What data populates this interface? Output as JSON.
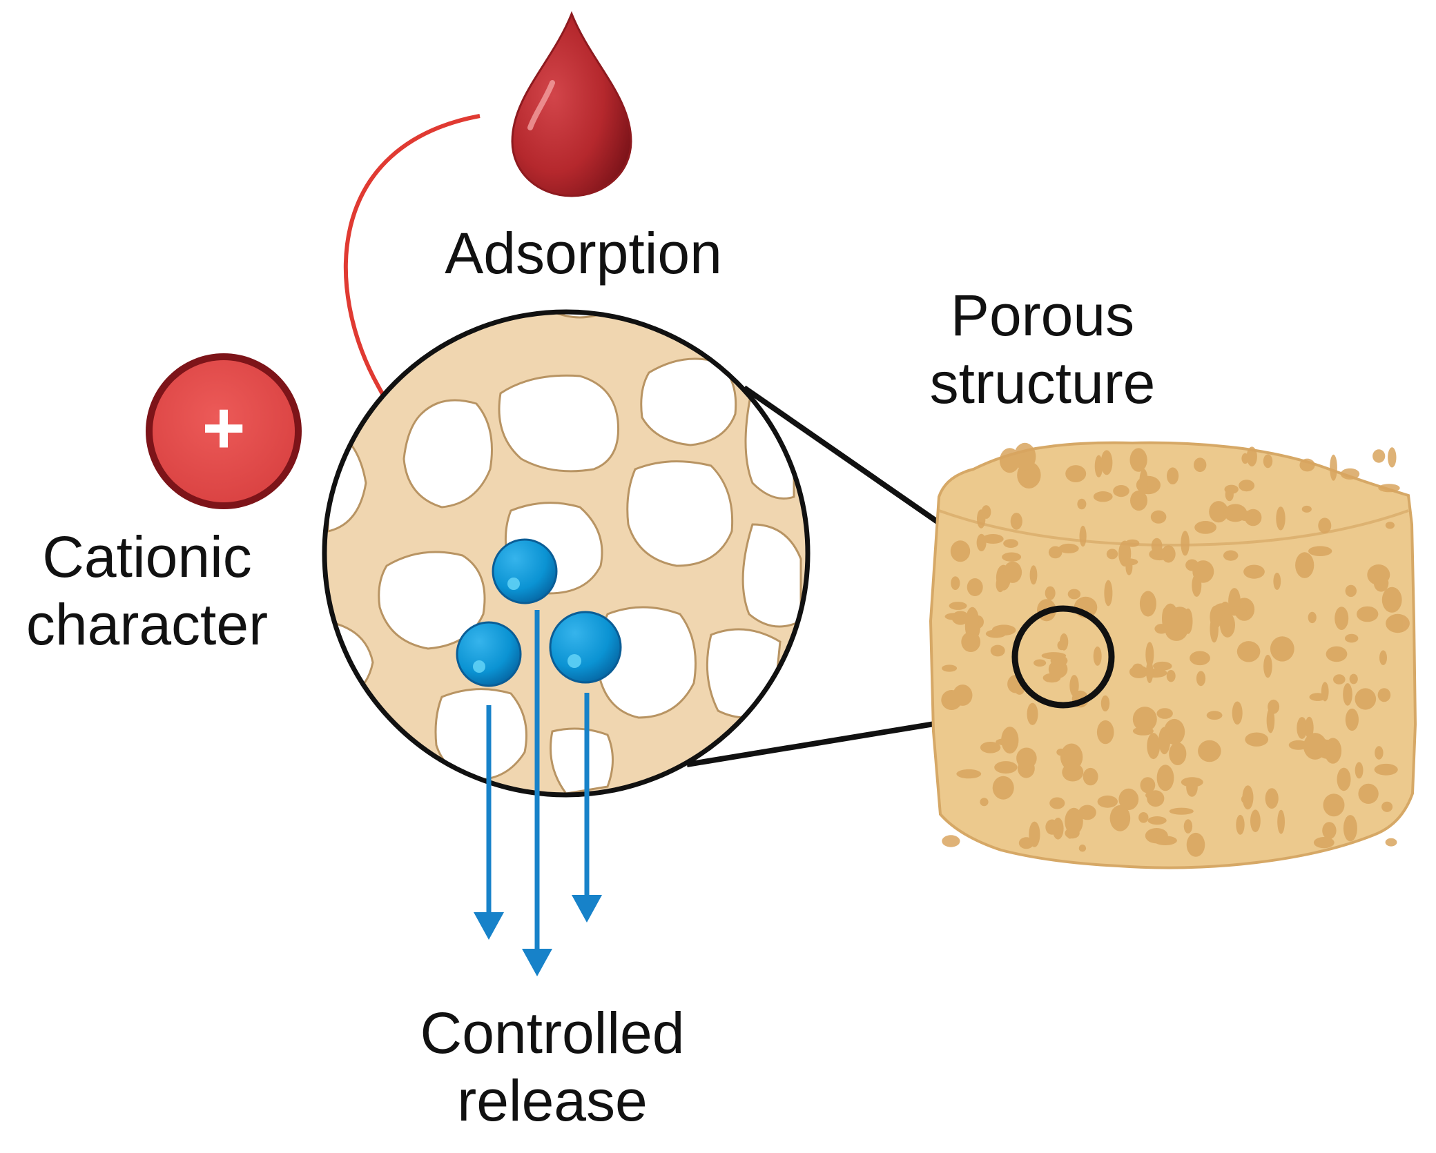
{
  "labels": {
    "adsorption": "Adsorption",
    "porous_line1": "Porous",
    "porous_line2": "structure",
    "cationic_line1": "Cationic",
    "cationic_line2": "character",
    "release_line1": "Controlled",
    "release_line2": "release",
    "plus_sign": "+"
  },
  "colors": {
    "blood_drop": "#b5282d",
    "adsorption_arrow": "#e03a32",
    "cation_fill": "#e64b4b",
    "cation_ring": "#7d1419",
    "scaffold": "#f0d6b0",
    "scaffold_edge": "#b89463",
    "sponge": "#ecc98d",
    "sponge_pore": "#d9a55f",
    "drug_particle": "#0b93d3",
    "release_arrow": "#1782c9",
    "outline": "#111111"
  },
  "icons": [
    "blood-drop-icon",
    "plus-icon",
    "porous-sponge-icon",
    "drug-particle-icon"
  ]
}
